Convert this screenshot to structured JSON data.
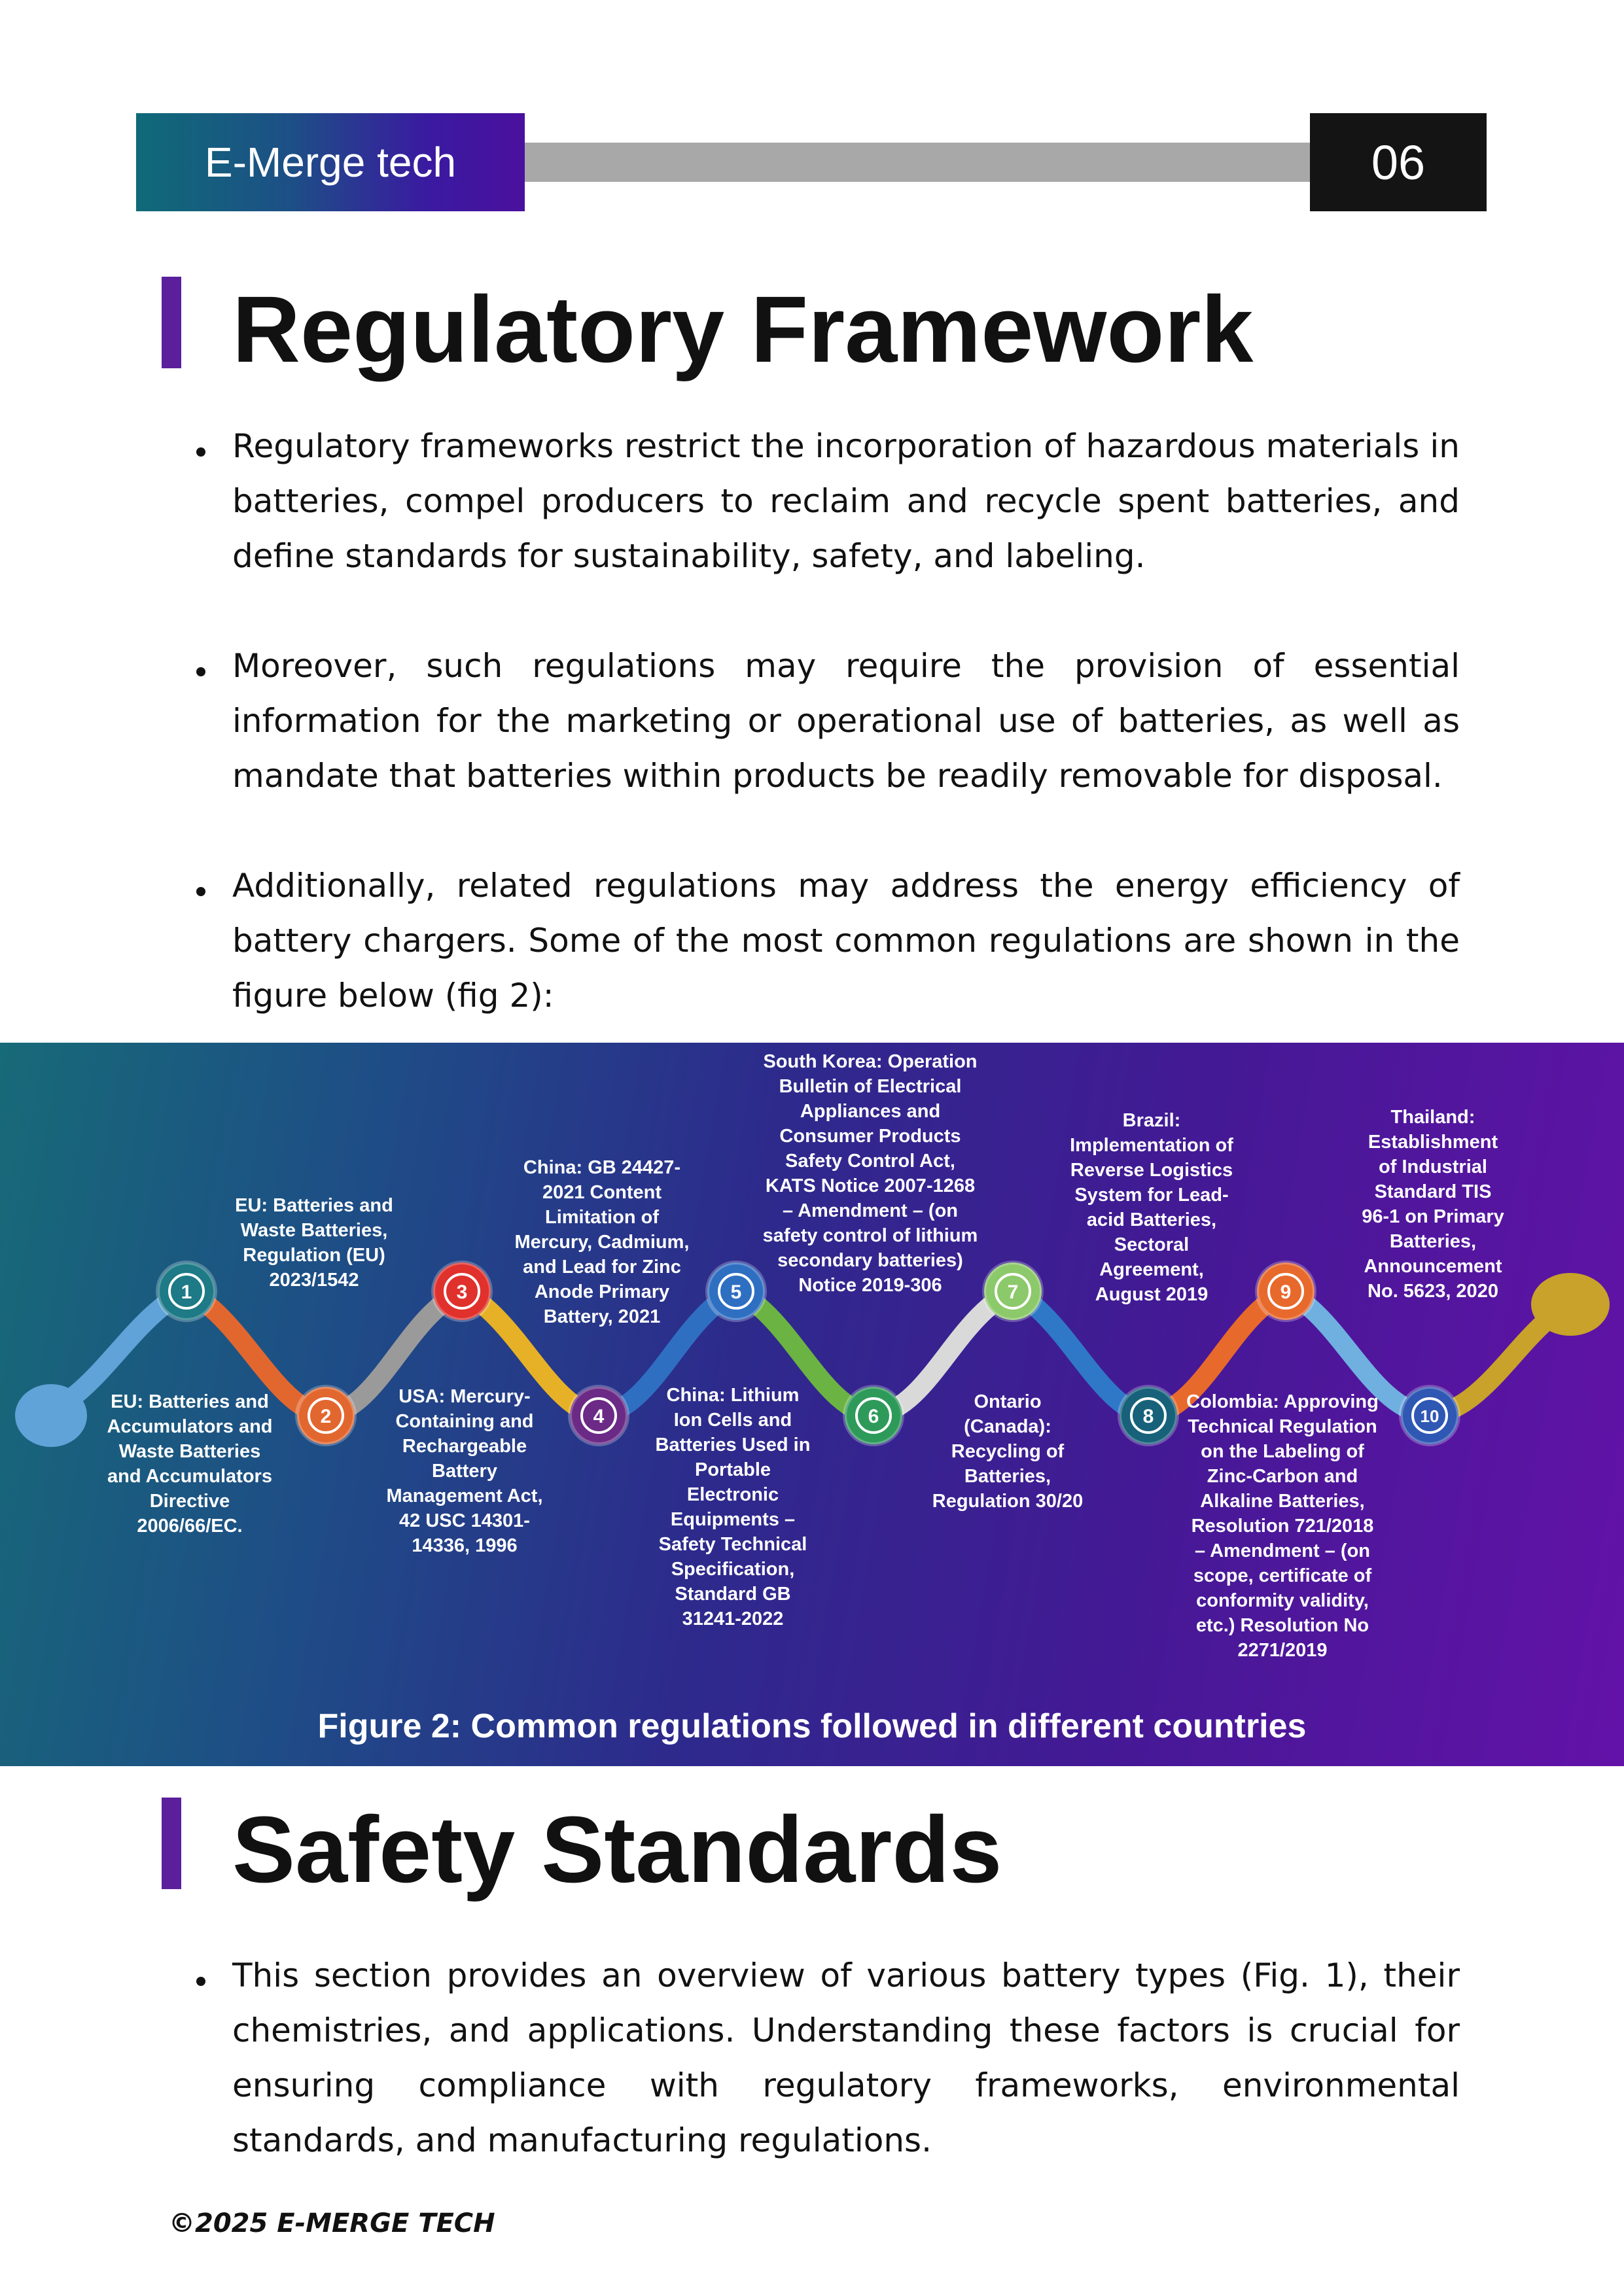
{
  "header": {
    "brand": "E-Merge tech",
    "page_number": "06"
  },
  "section1": {
    "title": "Regulatory Framework",
    "bullets": [
      "Regulatory frameworks restrict the incorporation of hazardous materials in batteries, compel producers to reclaim and recycle spent batteries, and define standards for sustainability, safety, and labeling.",
      "Moreover, such regulations may require the provision of essential information for the marketing or operational use of batteries, as well as mandate that batteries within products be readily removable for disposal.",
      "Additionally, related regulations may address the energy efficiency of battery chargers. Some of the most common regulations are shown in the figure below (fig 2):"
    ]
  },
  "figure": {
    "caption": "Figure 2: Common regulations followed in different countries",
    "colors": {
      "node1": "#1d7a86",
      "node2": "#e2672f",
      "node3": "#e0312c",
      "node4": "#6b2a86",
      "node5": "#2f6fc2",
      "node6": "#2e9a5a",
      "node7": "#8cc96a",
      "node8": "#17627a",
      "node9": "#e8692c",
      "node10": "#2f57b4",
      "start": "#5fa3d8",
      "end": "#c8a22a"
    },
    "items": [
      {
        "number": "1",
        "text": "EU: Batteries and\nWaste Batteries,\nRegulation (EU)\n2023/1542"
      },
      {
        "number": "2",
        "text": "EU: Batteries and\nAccumulators and\nWaste Batteries\nand Accumulators\nDirective\n2006/66/EC."
      },
      {
        "number": "3",
        "text": "China: GB 24427-\n2021 Content\nLimitation of\nMercury, Cadmium,\nand Lead for Zinc\nAnode Primary\nBattery, 2021"
      },
      {
        "number": "4",
        "text": "USA: Mercury-\nContaining and\nRechargeable\nBattery\nManagement Act,\n42 USC 14301-\n14336, 1996"
      },
      {
        "number": "5",
        "text": "South Korea: Operation\nBulletin of Electrical\nAppliances and\nConsumer Products\nSafety Control Act,\nKATS Notice 2007-1268\n– Amendment – (on\nsafety control of lithium\nsecondary batteries)\nNotice 2019-306"
      },
      {
        "number": "6",
        "text": "China: Lithium\nIon Cells and\nBatteries Used in\nPortable\nElectronic\nEquipments –\nSafety Technical\nSpecification,\nStandard GB\n31241-2022"
      },
      {
        "number": "7",
        "text": "Brazil:\nImplementation of\nReverse Logistics\nSystem for Lead-\nacid Batteries,\nSectoral\nAgreement,\nAugust 2019"
      },
      {
        "number": "8",
        "text": "Ontario\n(Canada):\nRecycling of\nBatteries,\nRegulation 30/20"
      },
      {
        "number": "9",
        "text": "Thailand:\nEstablishment\nof Industrial\nStandard TIS\n96-1 on Primary\nBatteries,\nAnnouncement\nNo. 5623, 2020"
      },
      {
        "number": "10",
        "text": "Colombia: Approving\nTechnical Regulation\non the Labeling of\nZinc-Carbon and\nAlkaline Batteries,\nResolution 721/2018\n– Amendment – (on\nscope, certificate of\nconformity validity,\netc.) Resolution No\n2271/2019"
      }
    ]
  },
  "section2": {
    "title": "Safety Standards",
    "bullets": [
      "This section provides an overview of various battery types (Fig. 1), their chemistries, and applications. Understanding these factors is crucial for ensuring compliance with regulatory frameworks, environmental standards, and manufacturing regulations."
    ]
  },
  "footer": {
    "copyright": "©2025 E-MERGE TECH"
  }
}
